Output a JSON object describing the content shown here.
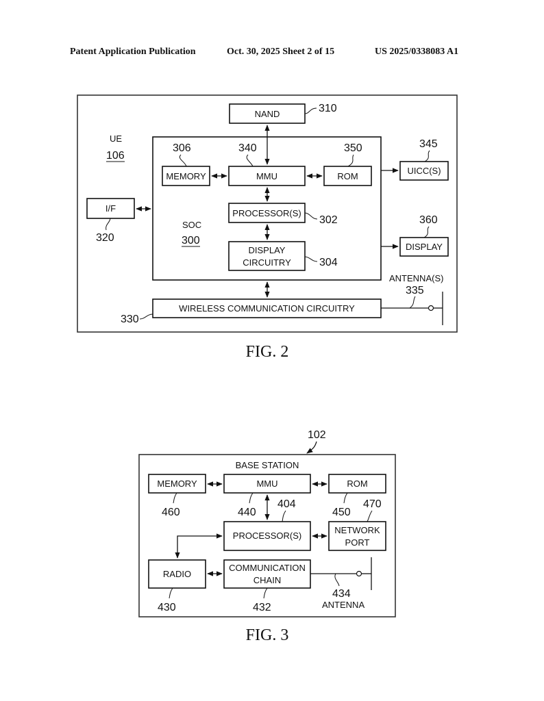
{
  "header": {
    "publication": "Patent Application Publication",
    "date_sheet": "Oct. 30, 2025  Sheet 2 of 15",
    "number": "US 2025/0338083 A1"
  },
  "fig2": {
    "caption": "FIG. 2",
    "ue_label": "UE",
    "ue_ref": "106",
    "soc_label": "SOC",
    "soc_ref": "300",
    "blocks": {
      "nand": {
        "label": "NAND",
        "ref": "310"
      },
      "memory": {
        "label": "MEMORY",
        "ref": "306"
      },
      "mmu": {
        "label": "MMU",
        "ref": "340"
      },
      "rom": {
        "label": "ROM",
        "ref": "350"
      },
      "uicc": {
        "label": "UICC(S)",
        "ref": "345"
      },
      "if": {
        "label": "I/F",
        "ref": "320"
      },
      "processor": {
        "label": "PROCESSOR(S)",
        "ref": "302"
      },
      "display_circuitry": {
        "label_line1": "DISPLAY",
        "label_line2": "CIRCUITRY",
        "ref": "304"
      },
      "display": {
        "label": "DISPLAY",
        "ref": "360"
      },
      "wireless": {
        "label": "WIRELESS COMMUNICATION CIRCUITRY",
        "ref": "330"
      },
      "antenna": {
        "label": "ANTENNA(S)",
        "ref": "335"
      }
    }
  },
  "fig3": {
    "caption": "FIG. 3",
    "ref": "102",
    "title": "BASE STATION",
    "blocks": {
      "memory": {
        "label": "MEMORY",
        "ref": "460"
      },
      "mmu": {
        "label": "MMU",
        "ref": "440"
      },
      "rom": {
        "label": "ROM",
        "ref": "450"
      },
      "processor": {
        "label": "PROCESSOR(S)",
        "ref": "404"
      },
      "network_port": {
        "label_line1": "NETWORK",
        "label_line2": "PORT",
        "ref": "470"
      },
      "radio": {
        "label": "RADIO",
        "ref": "430"
      },
      "comm_chain": {
        "label_line1": "COMMUNICATION",
        "label_line2": "CHAIN",
        "ref": "432"
      },
      "antenna": {
        "label": "ANTENNA",
        "ref": "434"
      }
    }
  }
}
